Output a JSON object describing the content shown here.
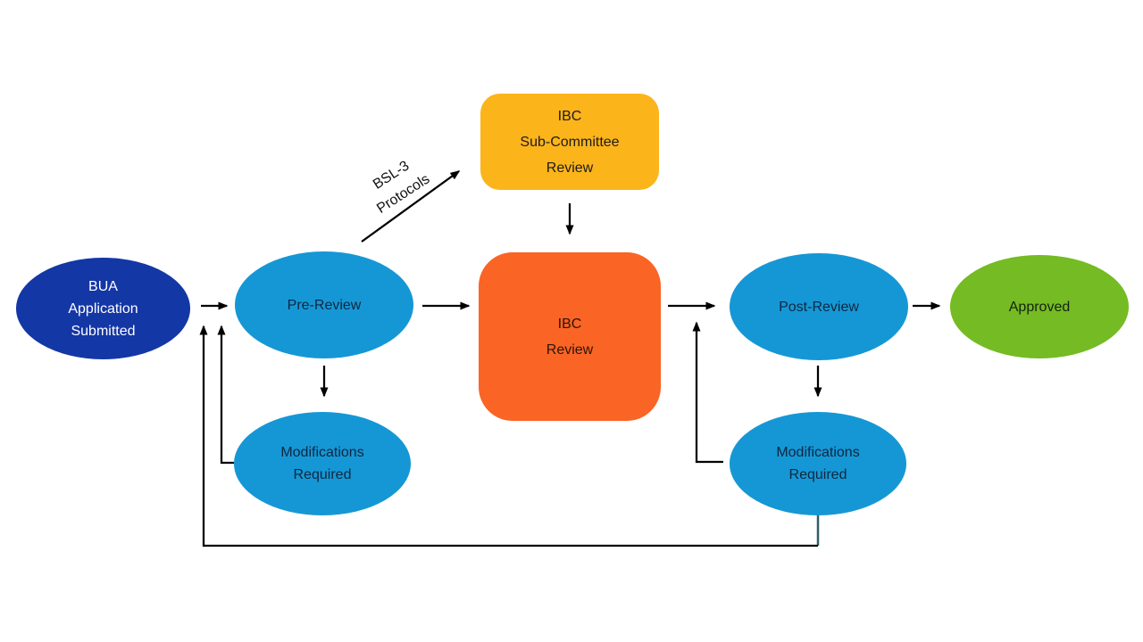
{
  "diagram": {
    "nodes": {
      "bua_application": {
        "label": "BUA\nApplication\nSubmitted",
        "shape": "ellipse",
        "fill": "#1437A6"
      },
      "pre_review": {
        "label": "Pre-Review",
        "shape": "ellipse",
        "fill": "#1697D5"
      },
      "ibc_subcommittee": {
        "label": "IBC\nSub-Committee\nReview",
        "shape": "rounded-box",
        "fill": "#FCB41B"
      },
      "ibc_review": {
        "label": "IBC\nReview",
        "shape": "rounded-box",
        "fill": "#FA6424"
      },
      "post_review": {
        "label": "Post-Review",
        "shape": "ellipse",
        "fill": "#1697D5"
      },
      "approved": {
        "label": "Approved",
        "shape": "ellipse",
        "fill": "#75BB23"
      },
      "modifications_left": {
        "label": "Modifications\nRequired",
        "shape": "ellipse",
        "fill": "#1697D5"
      },
      "modifications_right": {
        "label": "Modifications\nRequired",
        "shape": "ellipse",
        "fill": "#1697D5"
      }
    },
    "edge_labels": {
      "bsl3": "BSL-3\nProtocols"
    },
    "colors": {
      "arrow": "#000000",
      "return_connector": "#2F5D6B"
    }
  }
}
